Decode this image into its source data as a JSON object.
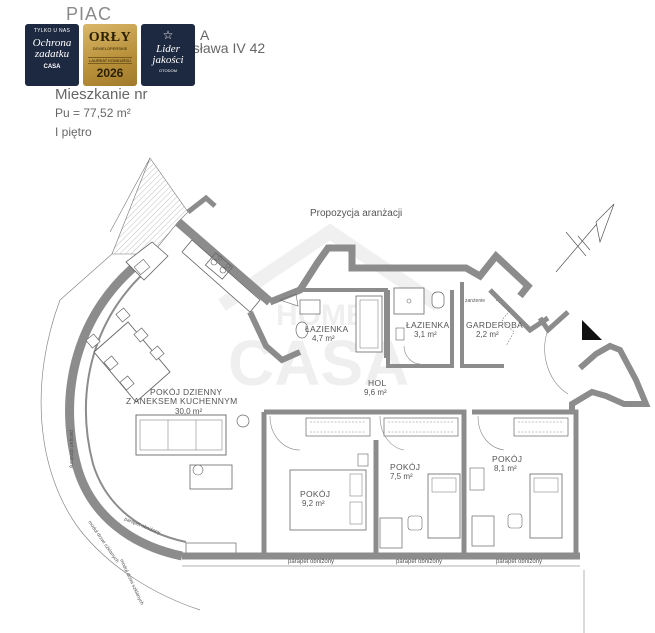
{
  "header": {
    "top_partial": "PIAC",
    "street_partial": "dysława IV 42",
    "letter_partial": "A",
    "flat_label": "Mieszkanie nr",
    "area": "Pu = 77,52 m²",
    "floor": "I piętro"
  },
  "badges": {
    "b1_top": "TYLKO U NAS",
    "b1_main_1": "Ochrona",
    "b1_main_2": "zadatku",
    "b1_logo": "CASA",
    "b2_main": "ORŁY",
    "b2_sub": "DEWELOPERSKIE",
    "b2_lab": "LAUREAT KONKURSU",
    "b2_year": "2026",
    "b3_main_1": "Lider",
    "b3_main_2": "jakości",
    "b3_sub": "OTODOM"
  },
  "plan": {
    "proposal": "Propozycja aranżacji",
    "living_1": "POKÓJ DZIENNY",
    "living_2": "Z ANEKSEM KUCHENNYM",
    "living_area": "30,0 m²",
    "bath1": "ŁAZIENKA",
    "bath1_area": "4,7 m²",
    "bath2": "ŁAZIENKA",
    "bath2_area": "3,1 m²",
    "wardrobe": "GARDEROBA",
    "wardrobe_area": "2,2 m²",
    "wardrobe_note": "zanżenie",
    "hall": "HOL",
    "hall_area": "9,6 m²",
    "room1": "POKÓJ",
    "room1_area": "9,2 m²",
    "room2": "POKÓJ",
    "room2_area": "7,5 m²",
    "room3": "POKÓJ",
    "room3_area": "8,1 m²",
    "parapet1": "parapet obniżony",
    "parapet2": "parapet obniżony",
    "parapet3": "parapet obniżony",
    "curved_parapet": "parapet obniżony",
    "curved_parapet2": "parapet obniżony",
    "module1": "moduł drzwi szklanych",
    "module2": "moduł drzwi szklanych",
    "watermark1": "HOME",
    "watermark2": "CASA"
  },
  "colors": {
    "wall": "#9a9a9a",
    "wall_dark": "#8c8c8c",
    "line": "#6a6a6a",
    "badge_navy": "#1d2940",
    "badge_gold": "#c39a45"
  }
}
